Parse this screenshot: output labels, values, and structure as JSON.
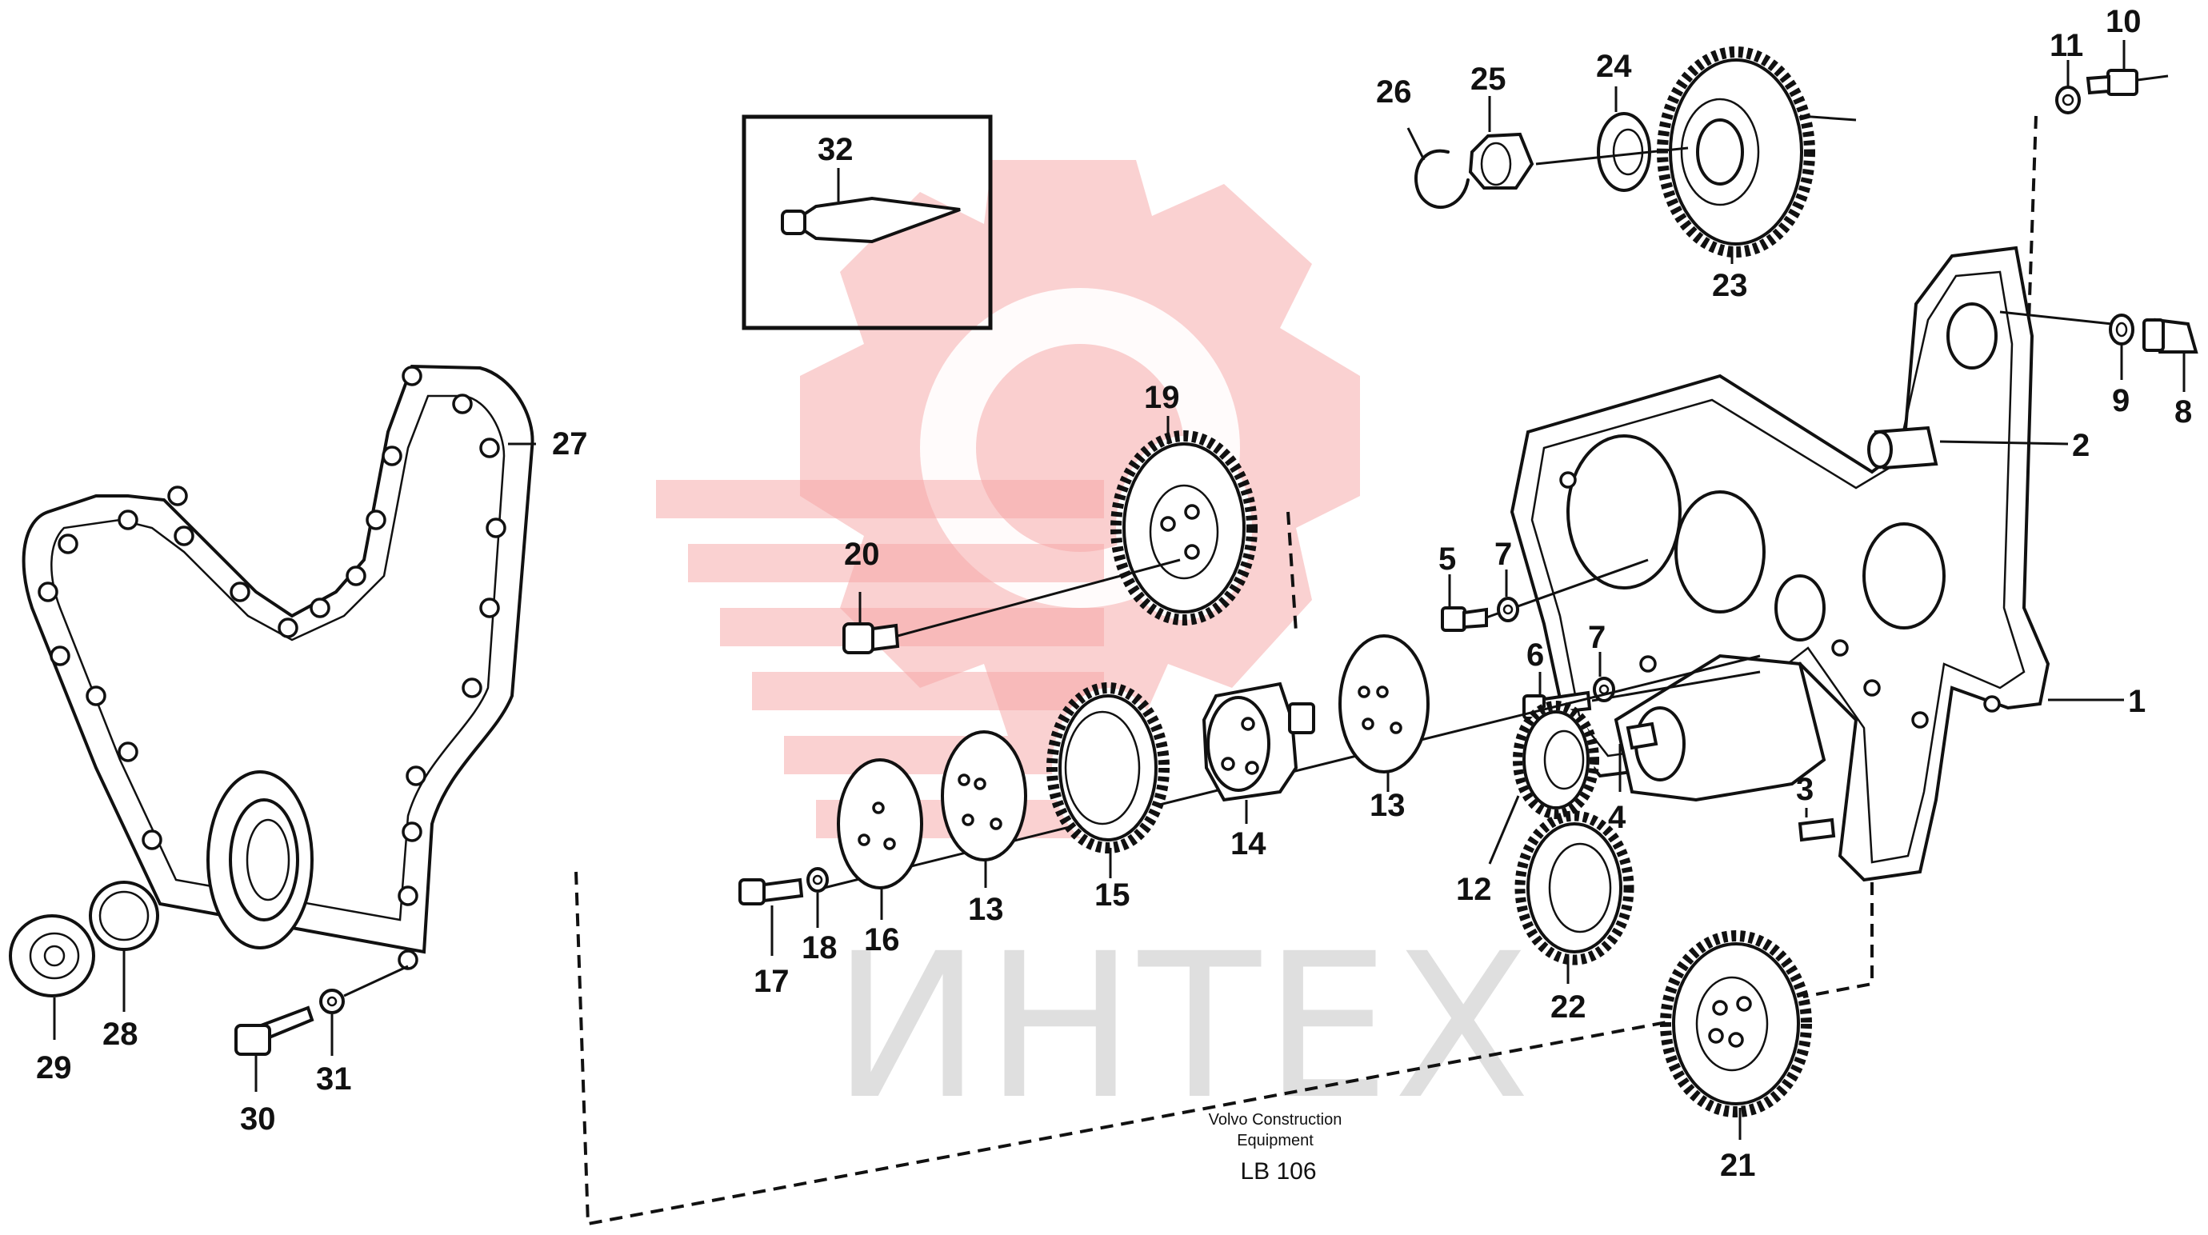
{
  "callouts": [
    "1",
    "2",
    "3",
    "4",
    "5",
    "6",
    "7",
    "7",
    "8",
    "9",
    "10",
    "11",
    "12",
    "13",
    "13",
    "14",
    "15",
    "16",
    "17",
    "18",
    "19",
    "20",
    "21",
    "22",
    "23",
    "24",
    "25",
    "26",
    "27",
    "28",
    "29",
    "30",
    "31",
    "32"
  ],
  "caption": {
    "line1": "Volvo Construction",
    "line2": "Equipment",
    "code": "LB 106"
  },
  "watermark": {
    "text": "ИНТЕХ",
    "color": "#f5a3a3",
    "text_color": "#b9b9b9"
  }
}
